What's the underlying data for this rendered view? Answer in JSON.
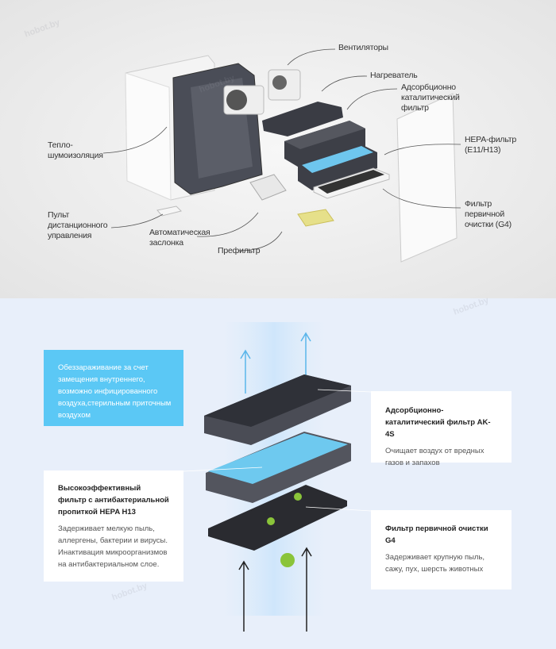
{
  "watermark": "hobot.by",
  "exploded_view": {
    "labels": {
      "fans": "Вентиляторы",
      "heater": "Нагреватель",
      "adsorption_filter": [
        "Адсорбционно",
        "каталитический",
        "фильтр"
      ],
      "hepa_filter": [
        "HEPA-фильтр",
        "(E11/H13)"
      ],
      "primary_filter": [
        "Фильтр",
        "первичной",
        "очистки (G4)"
      ],
      "insulation": [
        "Тепло-",
        "шумоизоляция"
      ],
      "remote": [
        "Пульт",
        "дистанционного",
        "управления"
      ],
      "damper": [
        "Автоматическая",
        "заслонка"
      ],
      "prefilter": "Префильтр"
    }
  },
  "filtration": {
    "accent_color": "#5bc8f5",
    "disinfection_text": "Обеззараживание за счет замещения внутреннего, возможно инфицированного воздуха,стерильным приточным воздухом",
    "ak4s": {
      "title": "Адсорбционно-каталитический фильтр AK-4S",
      "desc": "Очищает воздух от вредных газов и запахов"
    },
    "hepa": {
      "title": "Высокоэффективный фильтр с антибактериальной пропиткой HEPA H13",
      "desc": "Задерживает мелкую пыль, аллергены, бактерии и вирусы. Инактивация микроорганизмов на антибактериальном слое."
    },
    "g4": {
      "title": "Фильтр первичной очистки G4",
      "desc": "Задерживает крупную пыль, сажу, пух, шерсть животных"
    }
  }
}
